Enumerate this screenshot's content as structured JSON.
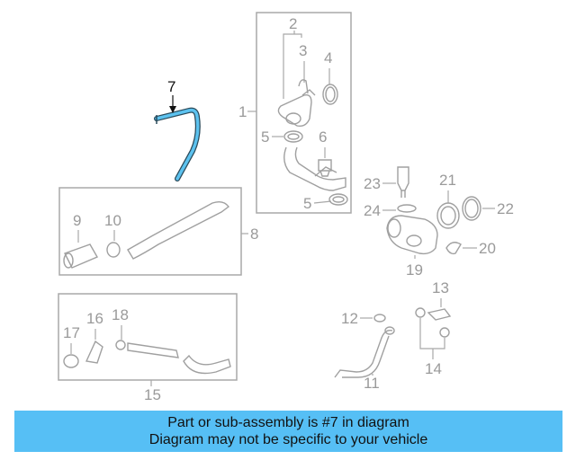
{
  "callouts": {
    "n1": "1",
    "n2": "2",
    "n3": "3",
    "n4": "4",
    "n5a": "5",
    "n5b": "5",
    "n6": "6",
    "n7": "7",
    "n8": "8",
    "n9": "9",
    "n10": "10",
    "n11": "11",
    "n12": "12",
    "n13": "13",
    "n14": "14",
    "n15": "15",
    "n16": "16",
    "n17": "17",
    "n18": "18",
    "n19": "19",
    "n20": "20",
    "n21": "21",
    "n22": "22",
    "n23": "23",
    "n24": "24"
  },
  "highlight_color": "#5cc2ef",
  "banner": {
    "line1": "Part or sub-assembly is #7 in diagram",
    "line2": "Diagram may not be specific to your vehicle",
    "background": "#56bff5"
  }
}
